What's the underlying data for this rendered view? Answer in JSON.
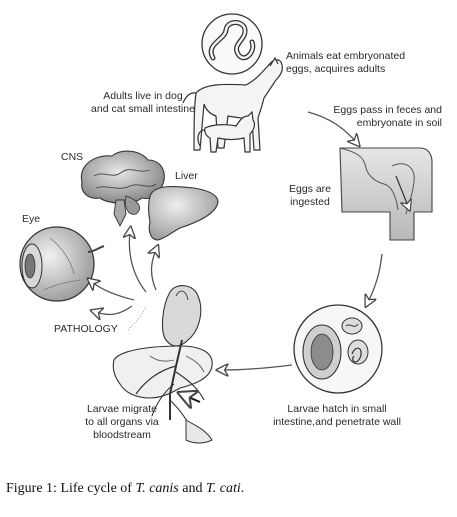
{
  "labels": {
    "animals_eat_1": "Animals eat embryonated",
    "animals_eat_2": "eggs, acquires adults",
    "adults_live_1": "Adults live in dog",
    "adults_live_2": "and cat small intestine",
    "eggs_pass_1": "Eggs pass in feces and",
    "eggs_pass_2": "embryonate in soil",
    "eggs_ingested_1": "Eggs are",
    "eggs_ingested_2": "ingested",
    "cns": "CNS",
    "liver": "Liver",
    "eye": "Eye",
    "pathology": "PATHOLOGY",
    "larvae_hatch_1": "Larvae hatch in small",
    "larvae_hatch_2": "intestine,and penetrate wall",
    "larvae_migrate_1": "Larvae migrate",
    "larvae_migrate_2": "to all organs via",
    "larvae_migrate_3": "bloodstream"
  },
  "caption": {
    "prefix": "Figure 1: Life cycle of ",
    "species_1": "T. canis",
    "joiner": " and ",
    "species_2": "T. cati",
    "suffix": "."
  }
}
